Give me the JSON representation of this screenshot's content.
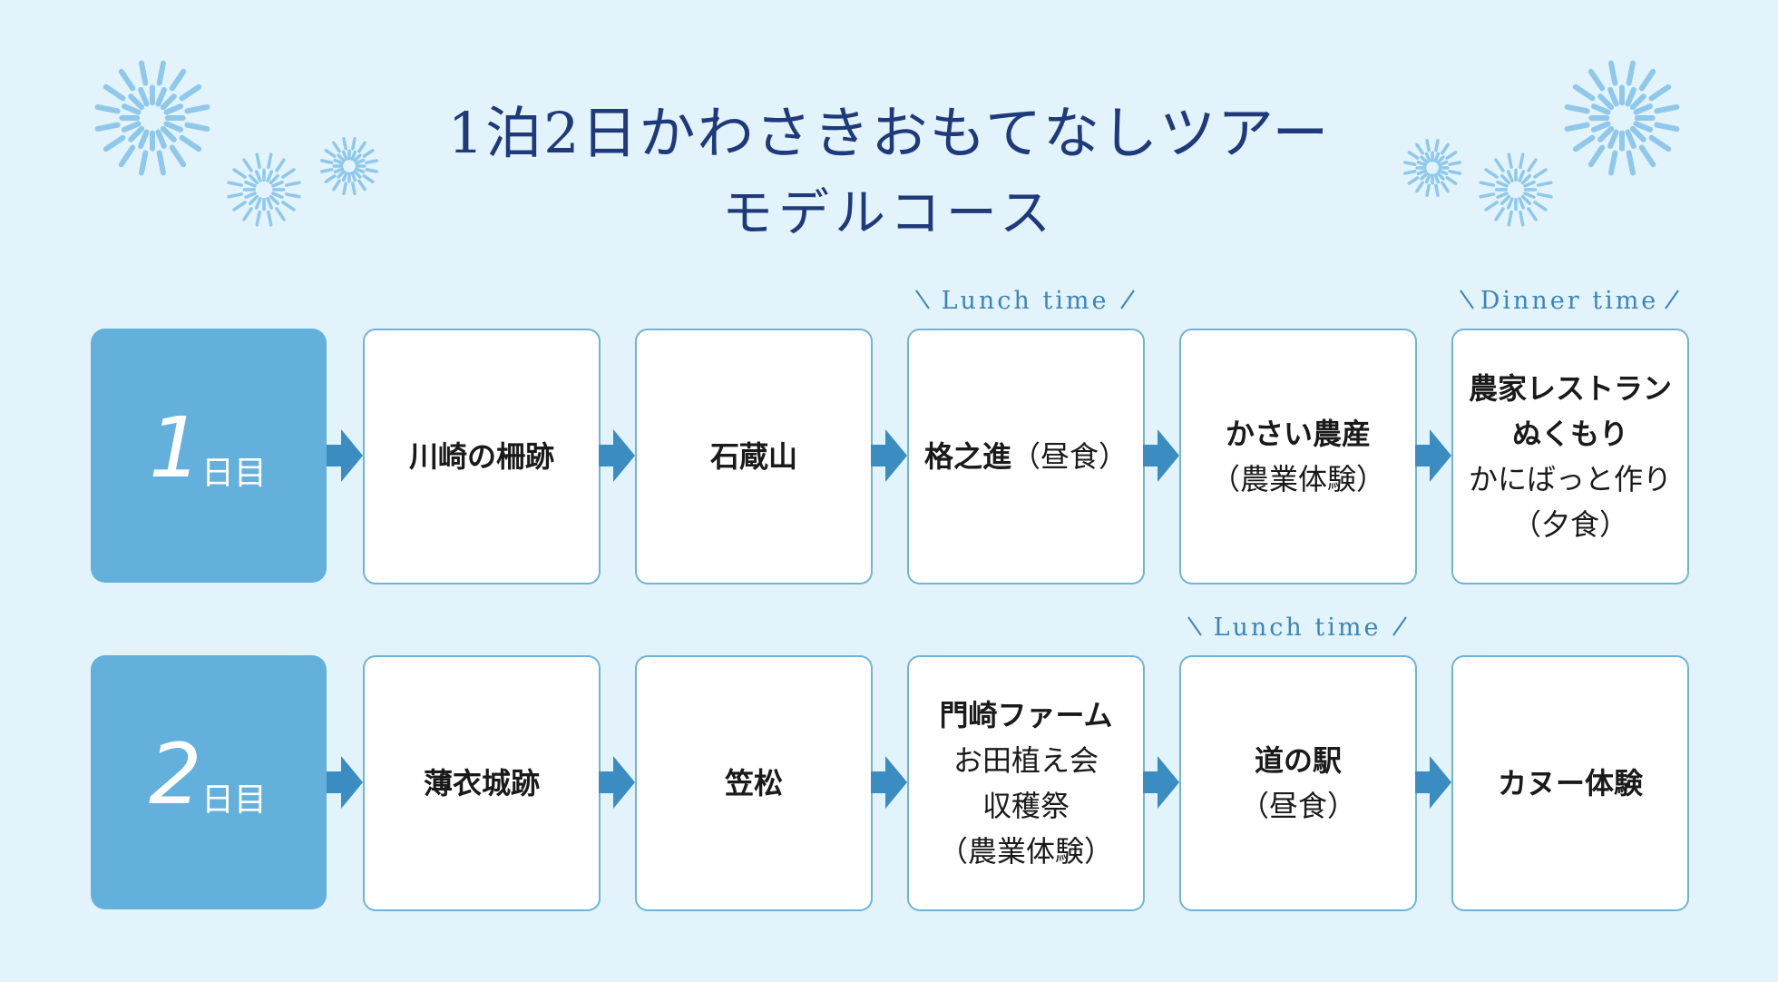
{
  "title": {
    "line1": "1泊2日かわさきおもてなしツアー",
    "line2": "モデルコース"
  },
  "colors": {
    "background": "#e2f3fb",
    "day_box": "#63b0dc",
    "card_border": "#6fb3d9",
    "arrow": "#3a8cc1",
    "title_text": "#1f3a7a",
    "time_label": "#3b85b8"
  },
  "days": [
    {
      "number": "1",
      "suffix": "日目",
      "steps": [
        {
          "lines": [
            {
              "text": "川崎の柵跡",
              "bold": true
            }
          ]
        },
        {
          "lines": [
            {
              "text": "石蔵山",
              "bold": true
            }
          ]
        },
        {
          "lines": [
            {
              "text": "格之進",
              "bold": true,
              "extra": "（昼食）"
            }
          ],
          "time_label": "Lunch time"
        },
        {
          "lines": [
            {
              "text": "かさい農産",
              "bold": true
            },
            {
              "text": "（農業体験）",
              "bold": false
            }
          ]
        },
        {
          "lines": [
            {
              "text": "農家レストラン",
              "bold": true
            },
            {
              "text": "ぬくもり",
              "bold": true
            },
            {
              "text": "かにばっと作り",
              "bold": false
            },
            {
              "text": "（夕食）",
              "bold": false
            }
          ],
          "time_label": "Dinner time"
        }
      ]
    },
    {
      "number": "2",
      "suffix": "日目",
      "steps": [
        {
          "lines": [
            {
              "text": "薄衣城跡",
              "bold": true
            }
          ]
        },
        {
          "lines": [
            {
              "text": "笠松",
              "bold": true
            }
          ]
        },
        {
          "lines": [
            {
              "text": "門崎ファーム",
              "bold": true
            },
            {
              "text": "お田植え会",
              "bold": false
            },
            {
              "text": "収穫祭",
              "bold": false
            },
            {
              "text": "（農業体験）",
              "bold": false
            }
          ]
        },
        {
          "lines": [
            {
              "text": "道の駅",
              "bold": true
            },
            {
              "text": "（昼食）",
              "bold": false
            }
          ],
          "time_label": "Lunch time"
        },
        {
          "lines": [
            {
              "text": "カヌー体験",
              "bold": true
            }
          ]
        }
      ]
    }
  ]
}
